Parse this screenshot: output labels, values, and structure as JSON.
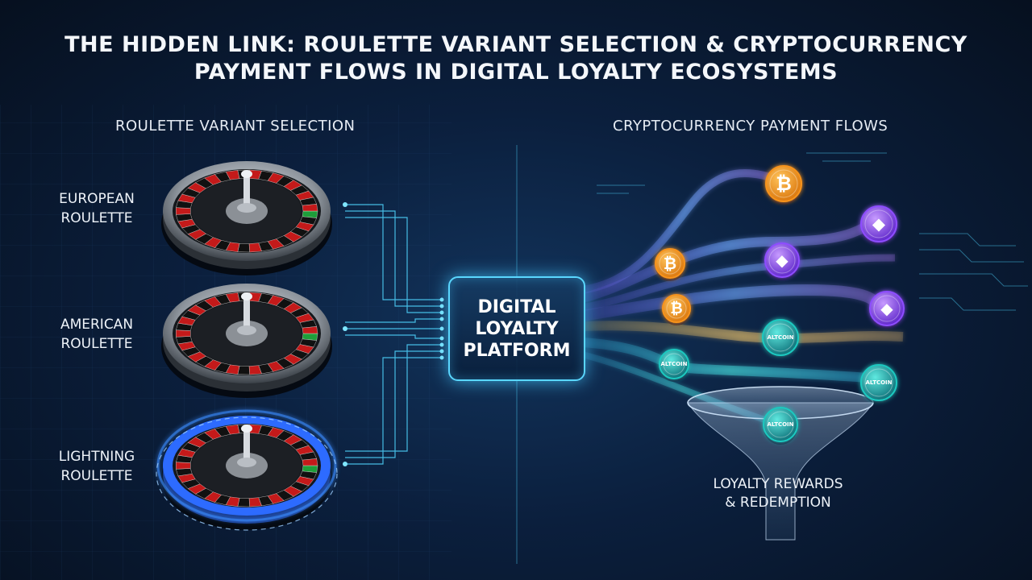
{
  "title": {
    "line1": "THE HIDDEN LINK: ROULETTE VARIANT SELECTION & CRYPTOCURRENCY",
    "line2": "PAYMENT FLOWS IN DIGITAL LOYALTY ECOSYSTEMS"
  },
  "left_section": {
    "heading": "ROULETTE VARIANT SELECTION",
    "variants": [
      {
        "line1": "EUROPEAN",
        "line2": "ROULETTE"
      },
      {
        "line1": "AMERICAN",
        "line2": "ROULETTE"
      },
      {
        "line1": "LIGHTNING",
        "line2": "ROULETTE"
      }
    ]
  },
  "right_section": {
    "heading": "CRYPTOCURRENCY PAYMENT FLOWS"
  },
  "platform": {
    "line1": "DIGITAL",
    "line2": "LOYALTY",
    "line3": "PLATFORM"
  },
  "rewards": {
    "line1": "LOYALTY REWARDS",
    "line2": "& REDEMPTION"
  },
  "coins": {
    "bitcoin_symbol": "₿",
    "ethereum_symbol": "◆",
    "altcoin_label": "ALTCOIN"
  },
  "colors": {
    "bitcoin": "#f7931a",
    "ethereum": "#8e4dff",
    "altcoin": "#1fc9c0",
    "connector": "#4fd6ff",
    "roulette_red": "#c41a1a",
    "roulette_green": "#1e9e3a",
    "lightning": "#3a8cff"
  }
}
